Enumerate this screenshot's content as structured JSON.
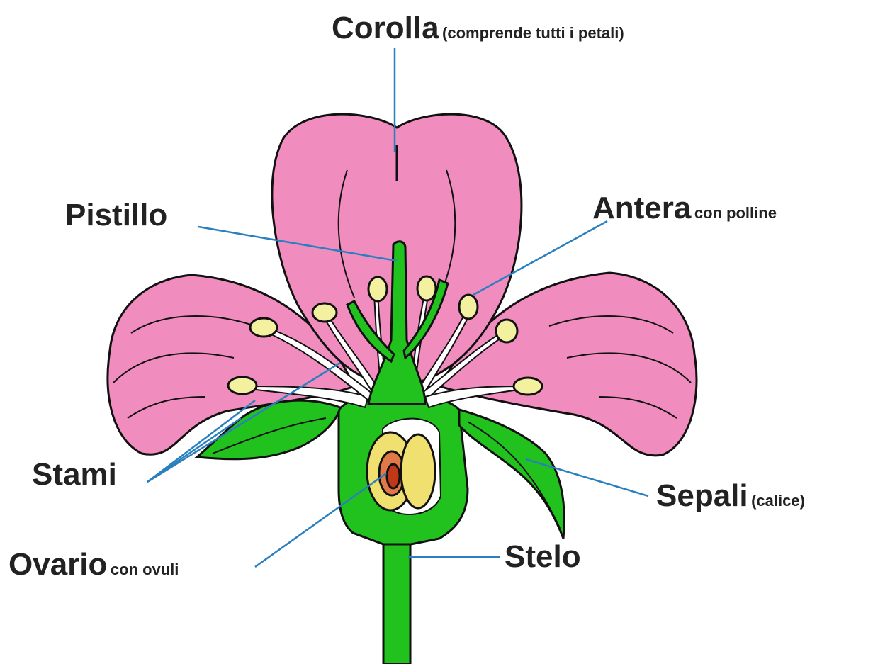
{
  "colors": {
    "petal": "#f08cbe",
    "green": "#22c21e",
    "anther": "#f3f0a0",
    "ovary_outer": "#f0e070",
    "ovary_inner": "#e07848",
    "ovary_core": "#c03818",
    "leader_line": "#2a7fbf",
    "outline": "#111111",
    "text": "#222222"
  },
  "labels": {
    "corolla": {
      "main": "Corolla",
      "note": "(comprende tutti i petali)"
    },
    "pistillo": {
      "main": "Pistillo"
    },
    "antera": {
      "main": "Antera",
      "note": "con polline"
    },
    "stami": {
      "main": "Stami"
    },
    "sepali": {
      "main": "Sepali",
      "note": "(calice)"
    },
    "ovario": {
      "main": "Ovario",
      "note": "con ovuli"
    },
    "stelo": {
      "main": "Stelo"
    }
  }
}
